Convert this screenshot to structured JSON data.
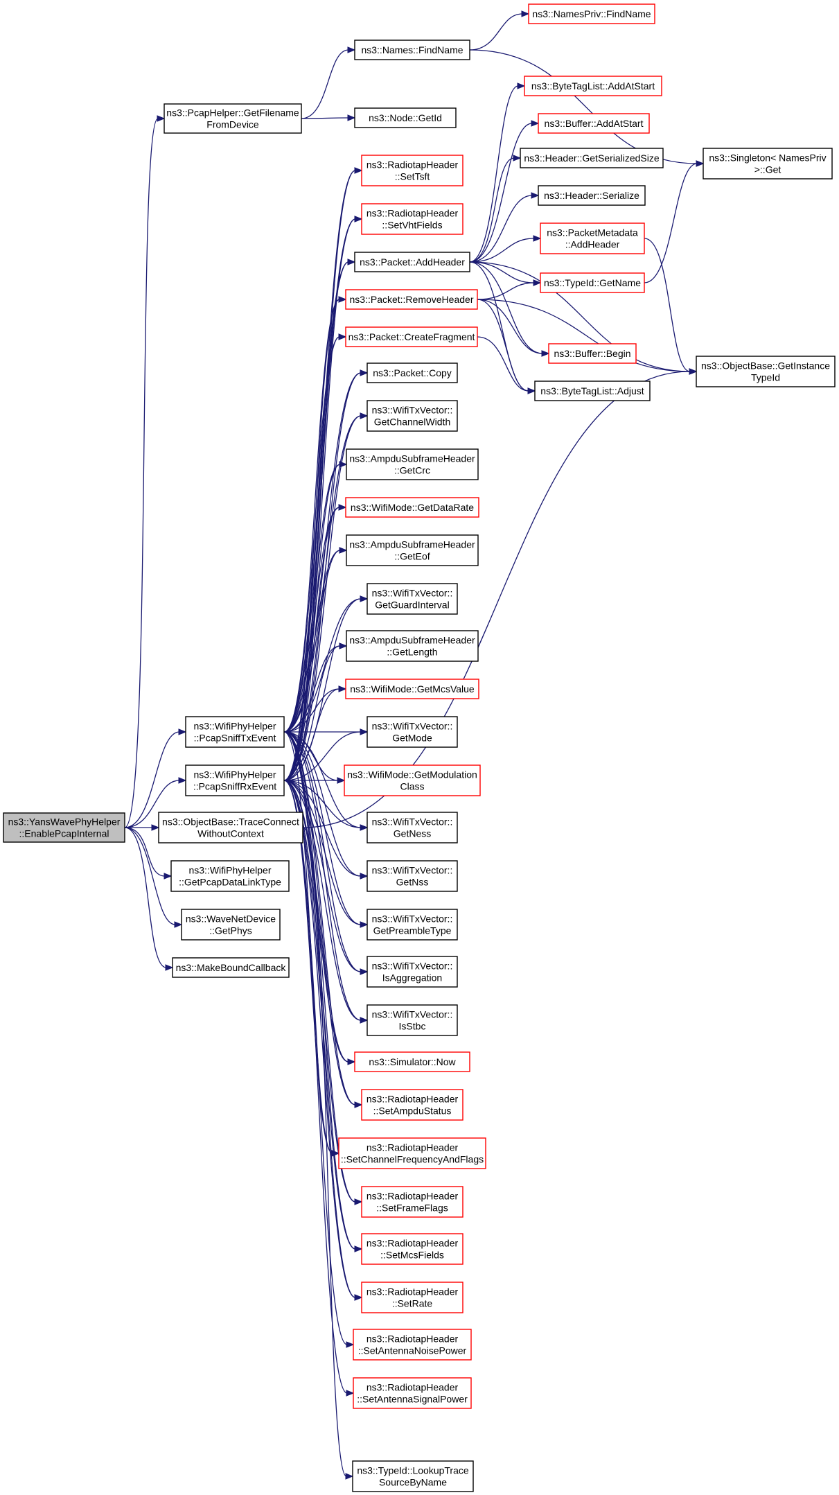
{
  "graph": {
    "colors": {
      "edge": "#191970",
      "border_default": "#000000",
      "border_undocumented": "#ff0000",
      "root_fill": "#bfbfbf",
      "node_fill": "#ffffff"
    },
    "nodes": [
      {
        "id": "root",
        "lines": [
          "ns3::YansWavePhyHelper",
          "::EnablePcapInternal"
        ],
        "style": "root"
      },
      {
        "id": "getFilename",
        "lines": [
          "ns3::PcapHelper::GetFilename",
          "FromDevice"
        ],
        "style": "normal"
      },
      {
        "id": "namesFind",
        "lines": [
          "ns3::Names::FindName"
        ],
        "style": "normal"
      },
      {
        "id": "namesPrivFind",
        "lines": [
          "ns3::NamesPriv::FindName"
        ],
        "style": "red"
      },
      {
        "id": "nodeGetId",
        "lines": [
          "ns3::Node::GetId"
        ],
        "style": "normal"
      },
      {
        "id": "singletonGet",
        "lines": [
          "ns3::Singleton< NamesPriv",
          ">::Get"
        ],
        "style": "normal"
      },
      {
        "id": "objGetInstance",
        "lines": [
          "ns3::ObjectBase::GetInstance",
          "TypeId"
        ],
        "style": "normal"
      },
      {
        "id": "btlAddAtStart",
        "lines": [
          "ns3::ByteTagList::AddAtStart"
        ],
        "style": "red"
      },
      {
        "id": "bufAddAtStart",
        "lines": [
          "ns3::Buffer::AddAtStart"
        ],
        "style": "red"
      },
      {
        "id": "hdrSerSize",
        "lines": [
          "ns3::Header::GetSerializedSize"
        ],
        "style": "normal"
      },
      {
        "id": "hdrSerialize",
        "lines": [
          "ns3::Header::Serialize"
        ],
        "style": "normal"
      },
      {
        "id": "pmAddHeader",
        "lines": [
          "ns3::PacketMetadata",
          "::AddHeader"
        ],
        "style": "red"
      },
      {
        "id": "typeGetName",
        "lines": [
          "ns3::TypeId::GetName"
        ],
        "style": "red"
      },
      {
        "id": "bufBegin",
        "lines": [
          "ns3::Buffer::Begin"
        ],
        "style": "red"
      },
      {
        "id": "btlAdjust",
        "lines": [
          "ns3::ByteTagList::Adjust"
        ],
        "style": "normal"
      },
      {
        "id": "setTsft",
        "lines": [
          "ns3::RadiotapHeader",
          "::SetTsft"
        ],
        "style": "red"
      },
      {
        "id": "setVht",
        "lines": [
          "ns3::RadiotapHeader",
          "::SetVhtFields"
        ],
        "style": "red"
      },
      {
        "id": "pktAddHeader",
        "lines": [
          "ns3::Packet::AddHeader"
        ],
        "style": "normal"
      },
      {
        "id": "pktRemoveHeader",
        "lines": [
          "ns3::Packet::RemoveHeader"
        ],
        "style": "red"
      },
      {
        "id": "pktCreateFrag",
        "lines": [
          "ns3::Packet::CreateFragment"
        ],
        "style": "red"
      },
      {
        "id": "pktCopy",
        "lines": [
          "ns3::Packet::Copy"
        ],
        "style": "normal"
      },
      {
        "id": "getChWidth",
        "lines": [
          "ns3::WifiTxVector::",
          "GetChannelWidth"
        ],
        "style": "normal"
      },
      {
        "id": "getCrc",
        "lines": [
          "ns3::AmpduSubframeHeader",
          "::GetCrc"
        ],
        "style": "normal"
      },
      {
        "id": "getDataRate",
        "lines": [
          "ns3::WifiMode::GetDataRate"
        ],
        "style": "red"
      },
      {
        "id": "getEof",
        "lines": [
          "ns3::AmpduSubframeHeader",
          "::GetEof"
        ],
        "style": "normal"
      },
      {
        "id": "getGuard",
        "lines": [
          "ns3::WifiTxVector::",
          "GetGuardInterval"
        ],
        "style": "normal"
      },
      {
        "id": "getLength",
        "lines": [
          "ns3::AmpduSubframeHeader",
          "::GetLength"
        ],
        "style": "normal"
      },
      {
        "id": "getMcs",
        "lines": [
          "ns3::WifiMode::GetMcsValue"
        ],
        "style": "red"
      },
      {
        "id": "getMode",
        "lines": [
          "ns3::WifiTxVector::",
          "GetMode"
        ],
        "style": "normal"
      },
      {
        "id": "getModClass",
        "lines": [
          "ns3::WifiMode::GetModulation",
          "Class"
        ],
        "style": "red"
      },
      {
        "id": "getNess",
        "lines": [
          "ns3::WifiTxVector::",
          "GetNess"
        ],
        "style": "normal"
      },
      {
        "id": "getNss",
        "lines": [
          "ns3::WifiTxVector::",
          "GetNss"
        ],
        "style": "normal"
      },
      {
        "id": "getPreamble",
        "lines": [
          "ns3::WifiTxVector::",
          "GetPreambleType"
        ],
        "style": "normal"
      },
      {
        "id": "isAgg",
        "lines": [
          "ns3::WifiTxVector::",
          "IsAggregation"
        ],
        "style": "normal"
      },
      {
        "id": "isStbc",
        "lines": [
          "ns3::WifiTxVector::",
          "IsStbc"
        ],
        "style": "normal"
      },
      {
        "id": "simNow",
        "lines": [
          "ns3::Simulator::Now"
        ],
        "style": "red"
      },
      {
        "id": "setAmpdu",
        "lines": [
          "ns3::RadiotapHeader",
          "::SetAmpduStatus"
        ],
        "style": "red"
      },
      {
        "id": "setChFreq",
        "lines": [
          "ns3::RadiotapHeader",
          "::SetChannelFrequencyAndFlags"
        ],
        "style": "red"
      },
      {
        "id": "setFrame",
        "lines": [
          "ns3::RadiotapHeader",
          "::SetFrameFlags"
        ],
        "style": "red"
      },
      {
        "id": "setMcs",
        "lines": [
          "ns3::RadiotapHeader",
          "::SetMcsFields"
        ],
        "style": "red"
      },
      {
        "id": "setRate",
        "lines": [
          "ns3::RadiotapHeader",
          "::SetRate"
        ],
        "style": "red"
      },
      {
        "id": "setNoise",
        "lines": [
          "ns3::RadiotapHeader",
          "::SetAntennaNoisePower"
        ],
        "style": "red"
      },
      {
        "id": "setSignal",
        "lines": [
          "ns3::RadiotapHeader",
          "::SetAntennaSignalPower"
        ],
        "style": "red"
      },
      {
        "id": "lookupTrace",
        "lines": [
          "ns3::TypeId::LookupTrace",
          "SourceByName"
        ],
        "style": "normal"
      },
      {
        "id": "txEvent",
        "lines": [
          "ns3::WifiPhyHelper",
          "::PcapSniffTxEvent"
        ],
        "style": "normal"
      },
      {
        "id": "rxEvent",
        "lines": [
          "ns3::WifiPhyHelper",
          "::PcapSniffRxEvent"
        ],
        "style": "normal"
      },
      {
        "id": "traceConnect",
        "lines": [
          "ns3::ObjectBase::TraceConnect",
          "WithoutContext"
        ],
        "style": "normal"
      },
      {
        "id": "getPcapDlt",
        "lines": [
          "ns3::WifiPhyHelper",
          "::GetPcapDataLinkType"
        ],
        "style": "normal"
      },
      {
        "id": "getPhys",
        "lines": [
          "ns3::WaveNetDevice",
          "::GetPhys"
        ],
        "style": "normal"
      },
      {
        "id": "makeBound",
        "lines": [
          "ns3::MakeBoundCallback"
        ],
        "style": "normal"
      }
    ],
    "edges": [
      [
        "root",
        "getFilename"
      ],
      [
        "root",
        "txEvent"
      ],
      [
        "root",
        "rxEvent"
      ],
      [
        "root",
        "traceConnect"
      ],
      [
        "root",
        "getPcapDlt"
      ],
      [
        "root",
        "getPhys"
      ],
      [
        "root",
        "makeBound"
      ],
      [
        "getFilename",
        "namesFind"
      ],
      [
        "getFilename",
        "nodeGetId"
      ],
      [
        "namesFind",
        "namesPrivFind"
      ],
      [
        "namesFind",
        "singletonGet"
      ],
      [
        "pktAddHeader",
        "btlAddAtStart"
      ],
      [
        "pktAddHeader",
        "bufAddAtStart"
      ],
      [
        "pktAddHeader",
        "hdrSerSize"
      ],
      [
        "pktAddHeader",
        "hdrSerialize"
      ],
      [
        "pktAddHeader",
        "pmAddHeader"
      ],
      [
        "pktAddHeader",
        "typeGetName"
      ],
      [
        "pktAddHeader",
        "objGetInstance"
      ],
      [
        "pktAddHeader",
        "bufBegin"
      ],
      [
        "pktAddHeader",
        "btlAdjust"
      ],
      [
        "pktRemoveHeader",
        "typeGetName"
      ],
      [
        "pktRemoveHeader",
        "objGetInstance"
      ],
      [
        "pktRemoveHeader",
        "bufBegin"
      ],
      [
        "pktRemoveHeader",
        "btlAdjust"
      ],
      [
        "pktCreateFrag",
        "btlAdjust"
      ],
      [
        "pmAddHeader",
        "objGetInstance"
      ],
      [
        "typeGetName",
        "singletonGet"
      ],
      [
        "txEvent",
        "setTsft"
      ],
      [
        "txEvent",
        "setVht"
      ],
      [
        "txEvent",
        "pktAddHeader"
      ],
      [
        "txEvent",
        "pktRemoveHeader"
      ],
      [
        "txEvent",
        "pktCreateFrag"
      ],
      [
        "txEvent",
        "pktCopy"
      ],
      [
        "txEvent",
        "getChWidth"
      ],
      [
        "txEvent",
        "getCrc"
      ],
      [
        "txEvent",
        "getDataRate"
      ],
      [
        "txEvent",
        "getEof"
      ],
      [
        "txEvent",
        "getGuard"
      ],
      [
        "txEvent",
        "getLength"
      ],
      [
        "txEvent",
        "getMcs"
      ],
      [
        "txEvent",
        "getMode"
      ],
      [
        "txEvent",
        "getModClass"
      ],
      [
        "txEvent",
        "getNess"
      ],
      [
        "txEvent",
        "getNss"
      ],
      [
        "txEvent",
        "getPreamble"
      ],
      [
        "txEvent",
        "isAgg"
      ],
      [
        "txEvent",
        "isStbc"
      ],
      [
        "txEvent",
        "simNow"
      ],
      [
        "txEvent",
        "setAmpdu"
      ],
      [
        "txEvent",
        "setChFreq"
      ],
      [
        "txEvent",
        "setFrame"
      ],
      [
        "txEvent",
        "setMcs"
      ],
      [
        "txEvent",
        "setRate"
      ],
      [
        "rxEvent",
        "setTsft"
      ],
      [
        "rxEvent",
        "setVht"
      ],
      [
        "rxEvent",
        "pktAddHeader"
      ],
      [
        "rxEvent",
        "pktRemoveHeader"
      ],
      [
        "rxEvent",
        "pktCreateFrag"
      ],
      [
        "rxEvent",
        "pktCopy"
      ],
      [
        "rxEvent",
        "getChWidth"
      ],
      [
        "rxEvent",
        "getCrc"
      ],
      [
        "rxEvent",
        "getDataRate"
      ],
      [
        "rxEvent",
        "getEof"
      ],
      [
        "rxEvent",
        "getGuard"
      ],
      [
        "rxEvent",
        "getLength"
      ],
      [
        "rxEvent",
        "getMcs"
      ],
      [
        "rxEvent",
        "getMode"
      ],
      [
        "rxEvent",
        "getModClass"
      ],
      [
        "rxEvent",
        "getNess"
      ],
      [
        "rxEvent",
        "getNss"
      ],
      [
        "rxEvent",
        "getPreamble"
      ],
      [
        "rxEvent",
        "isAgg"
      ],
      [
        "rxEvent",
        "isStbc"
      ],
      [
        "rxEvent",
        "simNow"
      ],
      [
        "rxEvent",
        "setAmpdu"
      ],
      [
        "rxEvent",
        "setChFreq"
      ],
      [
        "rxEvent",
        "setFrame"
      ],
      [
        "rxEvent",
        "setMcs"
      ],
      [
        "rxEvent",
        "setRate"
      ],
      [
        "rxEvent",
        "setNoise"
      ],
      [
        "rxEvent",
        "setSignal"
      ],
      [
        "traceConnect",
        "objGetInstance"
      ],
      [
        "traceConnect",
        "lookupTrace"
      ]
    ]
  }
}
